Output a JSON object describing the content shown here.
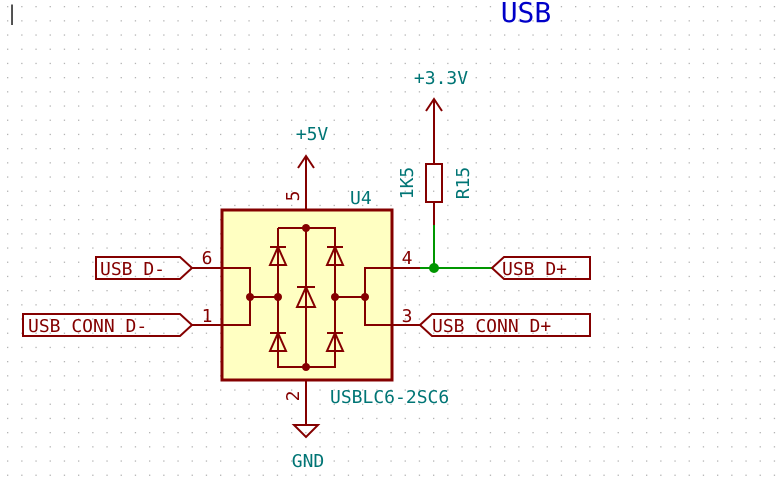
{
  "sheet": {
    "title": "USB",
    "cursor_glyph": "|"
  },
  "colors": {
    "background": "#ffffff",
    "grid_dot": "#b4b4b4",
    "symbol_line": "#840000",
    "symbol_fill": "#ffffc2",
    "wire": "#009600",
    "junction": "#009600",
    "value_text": "#007575",
    "title_text": "#0000c8",
    "pin_number_text": "#840000",
    "label_text": "#840000"
  },
  "power": {
    "vcc_5v": "+5V",
    "vcc_3v3": "+3.3V",
    "ground": "GND"
  },
  "resistor": {
    "reference": "R15",
    "value": "1K5"
  },
  "ic": {
    "reference": "U4",
    "value": "USBLC6-2SC6",
    "pins": {
      "p1": "1",
      "p2": "2",
      "p3": "3",
      "p4": "4",
      "p5": "5",
      "p6": "6"
    }
  },
  "labels": {
    "usb_d_minus": "USB_D-",
    "usb_conn_d_minus": "USB_CONN_D-",
    "usb_d_plus": "USB_D+",
    "usb_conn_d_plus": "USB_CONN_D+"
  }
}
